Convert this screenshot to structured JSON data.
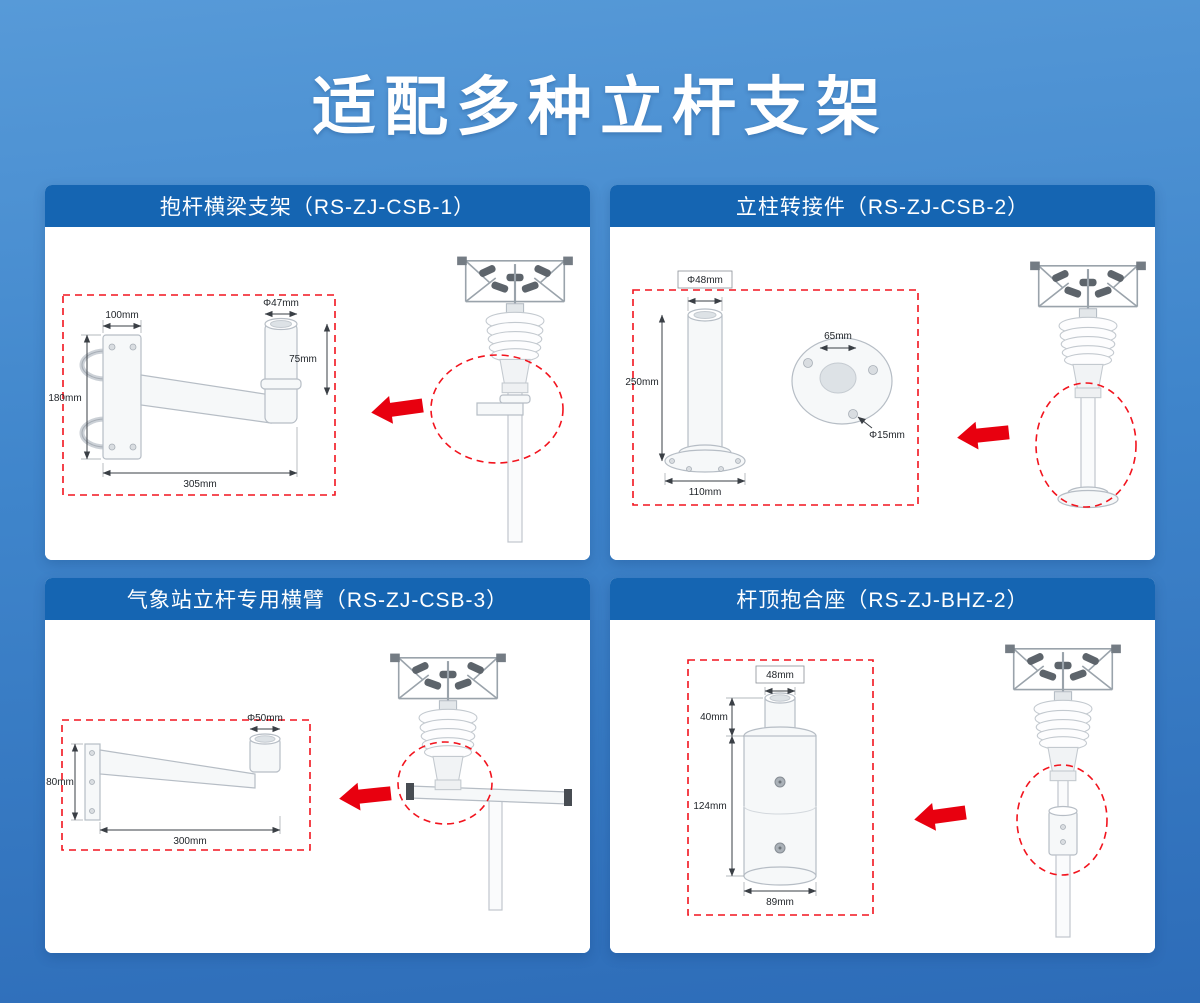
{
  "page": {
    "title": "适配多种立杆支架"
  },
  "theme": {
    "background_top": "#579ad8",
    "background_bottom": "#2d6cb8",
    "card_header_blue": "#1565b2",
    "accent_red": "#e8000f",
    "highlight_red": "#f2141e"
  },
  "cards": [
    {
      "title": "抱杆横梁支架（RS-ZJ-CSB-1）",
      "dims": {
        "plate_width": "100mm",
        "tube_dia": "Φ47mm",
        "drop": "75mm",
        "height": "180mm",
        "length": "305mm"
      }
    },
    {
      "title": "立柱转接件（RS-ZJ-CSB-2）",
      "dims": {
        "tube_dia": "Φ48mm",
        "height": "250mm",
        "base_width": "110mm",
        "flange_dia": "65mm",
        "hole_dia": "Φ15mm"
      }
    },
    {
      "title": "气象站立杆专用横臂（RS-ZJ-CSB-3）",
      "dims": {
        "cup_dia": "Φ50mm",
        "height": "80mm",
        "length": "300mm"
      }
    },
    {
      "title": "杆顶抱合座（RS-ZJ-BHZ-2）",
      "dims": {
        "top_dia": "48mm",
        "top_height": "40mm",
        "body_height": "124mm",
        "base_dia": "89mm"
      }
    }
  ]
}
